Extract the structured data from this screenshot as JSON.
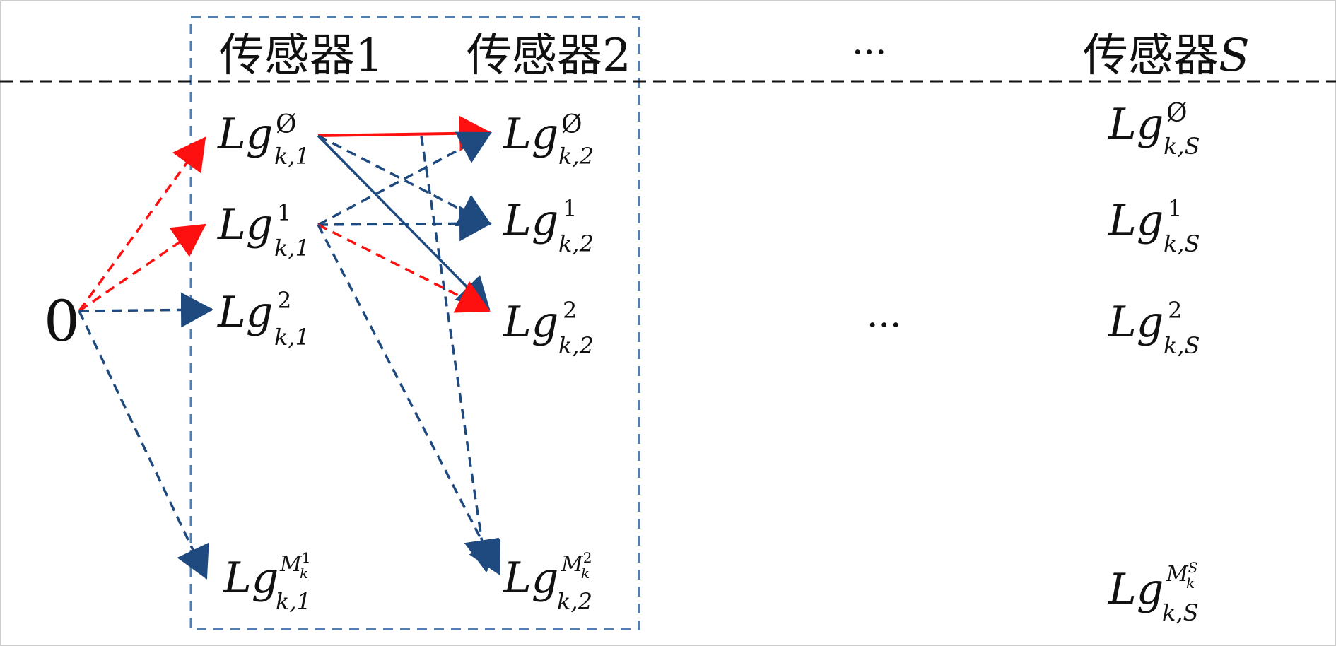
{
  "colors": {
    "red": "#ff1010",
    "blue": "#1f4a7f",
    "frame": "#4f7fb5",
    "divider": "#111111"
  },
  "headers": {
    "sensor1": "传感器1",
    "sensor2": "传感器2",
    "sensor_s_prefix": "传感器",
    "sensor_s_var": "S",
    "ellipsis": "···"
  },
  "origin": {
    "label": "0"
  },
  "middle_ellipsis": "···",
  "node_base": {
    "L": "L",
    "g": "g"
  },
  "nodes": {
    "n1_empty": {
      "sup": "Ø",
      "sub": "k,1"
    },
    "n1_1": {
      "sup": "1",
      "sub": "k,1"
    },
    "n1_2": {
      "sup": "2",
      "sub": "k,1"
    },
    "n1_M": {
      "sup_M": "M",
      "sup_sup": "1",
      "sup_sub": "k",
      "sub": "k,1"
    },
    "n2_empty": {
      "sup": "Ø",
      "sub": "k,2"
    },
    "n2_1": {
      "sup": "1",
      "sub": "k,2"
    },
    "n2_2": {
      "sup": "2",
      "sub": "k,2"
    },
    "n2_M": {
      "sup_M": "M",
      "sup_sup": "2",
      "sup_sub": "k",
      "sub": "k,2"
    },
    "nS_empty": {
      "sup": "Ø",
      "sub": "k,S"
    },
    "nS_1": {
      "sup": "1",
      "sub": "k,S"
    },
    "nS_2": {
      "sup": "2",
      "sub": "k,S"
    },
    "nS_M": {
      "sup_M": "M",
      "sup_sup": "S",
      "sup_sub": "k",
      "sub": "k,S"
    }
  }
}
